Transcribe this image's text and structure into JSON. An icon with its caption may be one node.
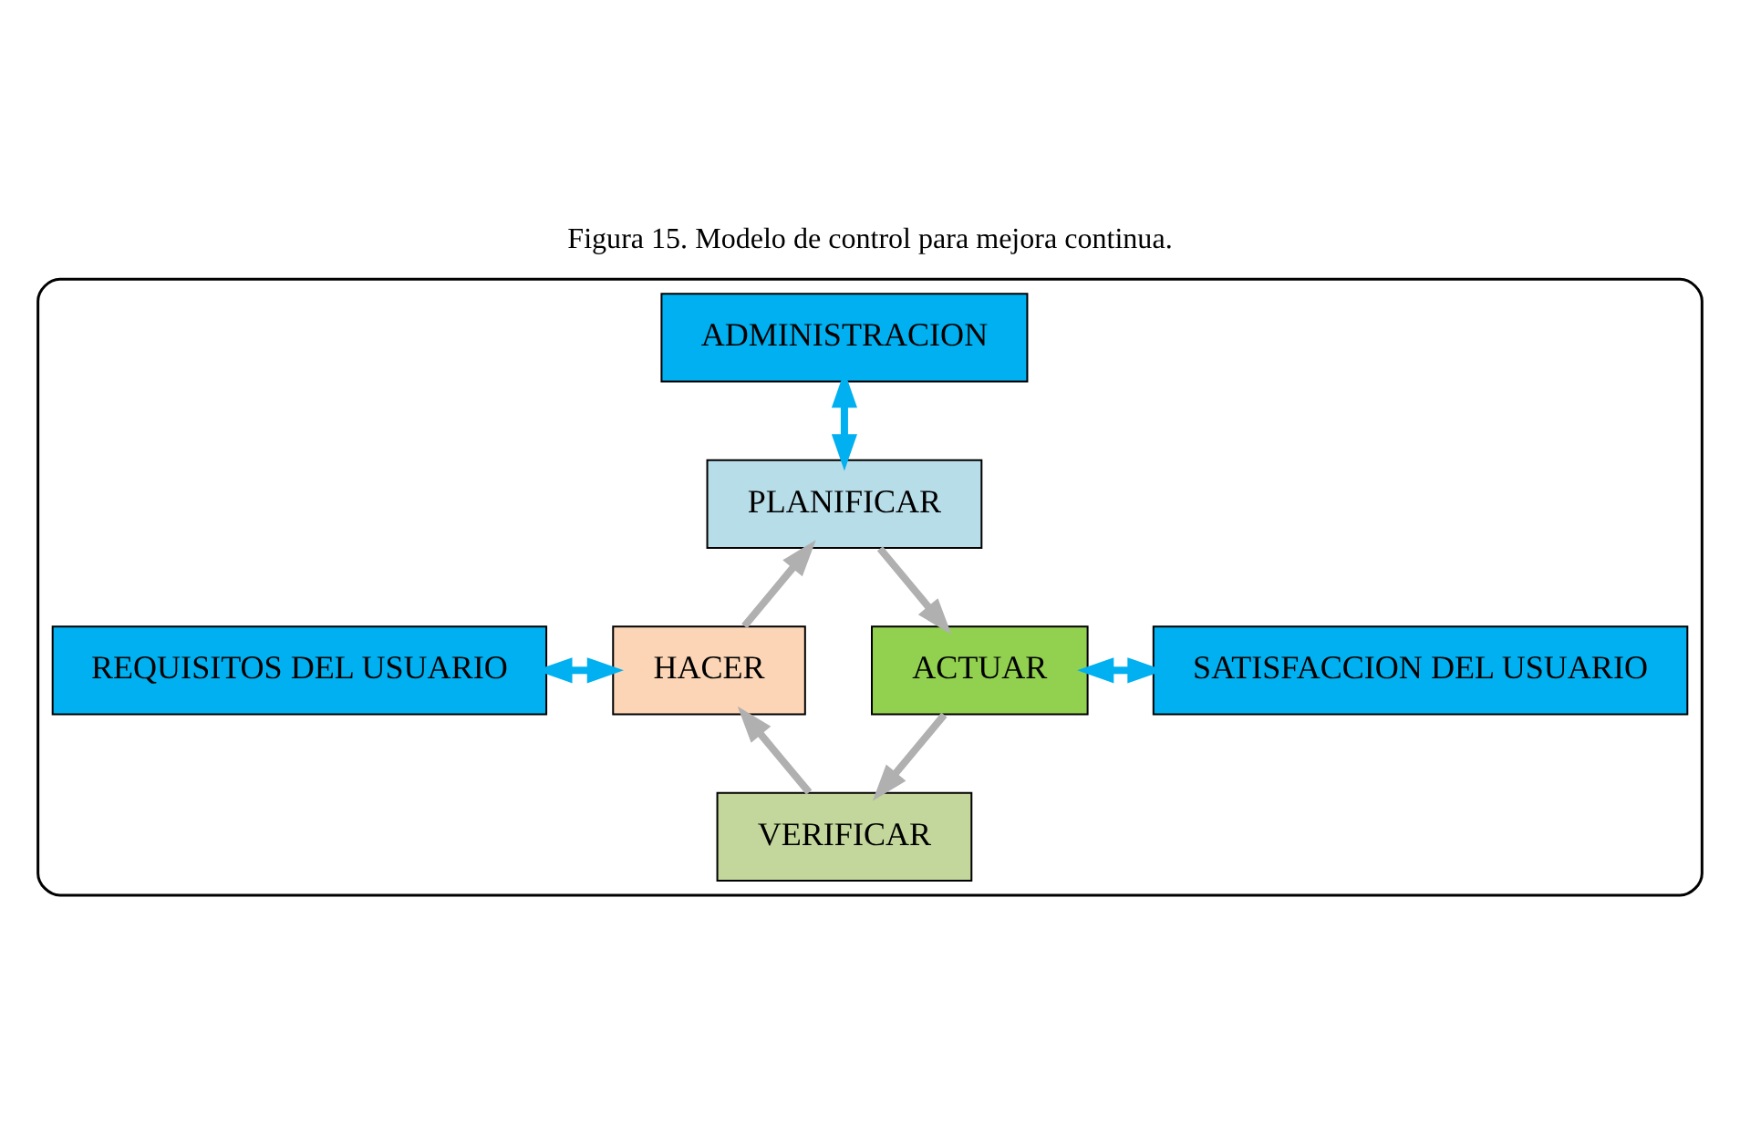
{
  "diagram": {
    "title": "Figura 15. Modelo de control para mejora continua.",
    "nodes": [
      {
        "text": [],
        "shape": "box"
      },
      {
        "text": [
          "ADMINISTRACION"
        ],
        "in": 0
      },
      {
        "text": [
          "PLANIFICAR"
        ],
        "in": 0
      },
      {
        "text": [
          "REQUISITOS DEL USUARIO"
        ],
        "in": 0
      },
      {
        "text": [
          "HACER"
        ],
        "in": 0
      },
      {
        "text": [
          "ACTUAR"
        ],
        "in": 0
      },
      {
        "text": [
          "SATISFACCION DEL USUARIO"
        ],
        "in": 0
      },
      {
        "text": [
          "VERIFICAR"
        ],
        "in": 0
      }
    ],
    "edges": [
      {
        "from": 1,
        "to": 2,
        "arrow": "both",
        "color": "#00b0f0"
      },
      {
        "from": 2,
        "to": 5,
        "arrow": "to"
      },
      {
        "from": 5,
        "to": 7,
        "arrow": "to"
      },
      {
        "from": 7,
        "to": 4,
        "arrow": "to"
      },
      {
        "from": 4,
        "to": 2,
        "arrow": "to"
      },
      {
        "from": 3,
        "to": 4,
        "arrow": "both",
        "color": "#00b0f0"
      },
      {
        "from": 5,
        "to": 6,
        "arrow": "both",
        "color": "#00b0f0"
      }
    ]
  }
}
